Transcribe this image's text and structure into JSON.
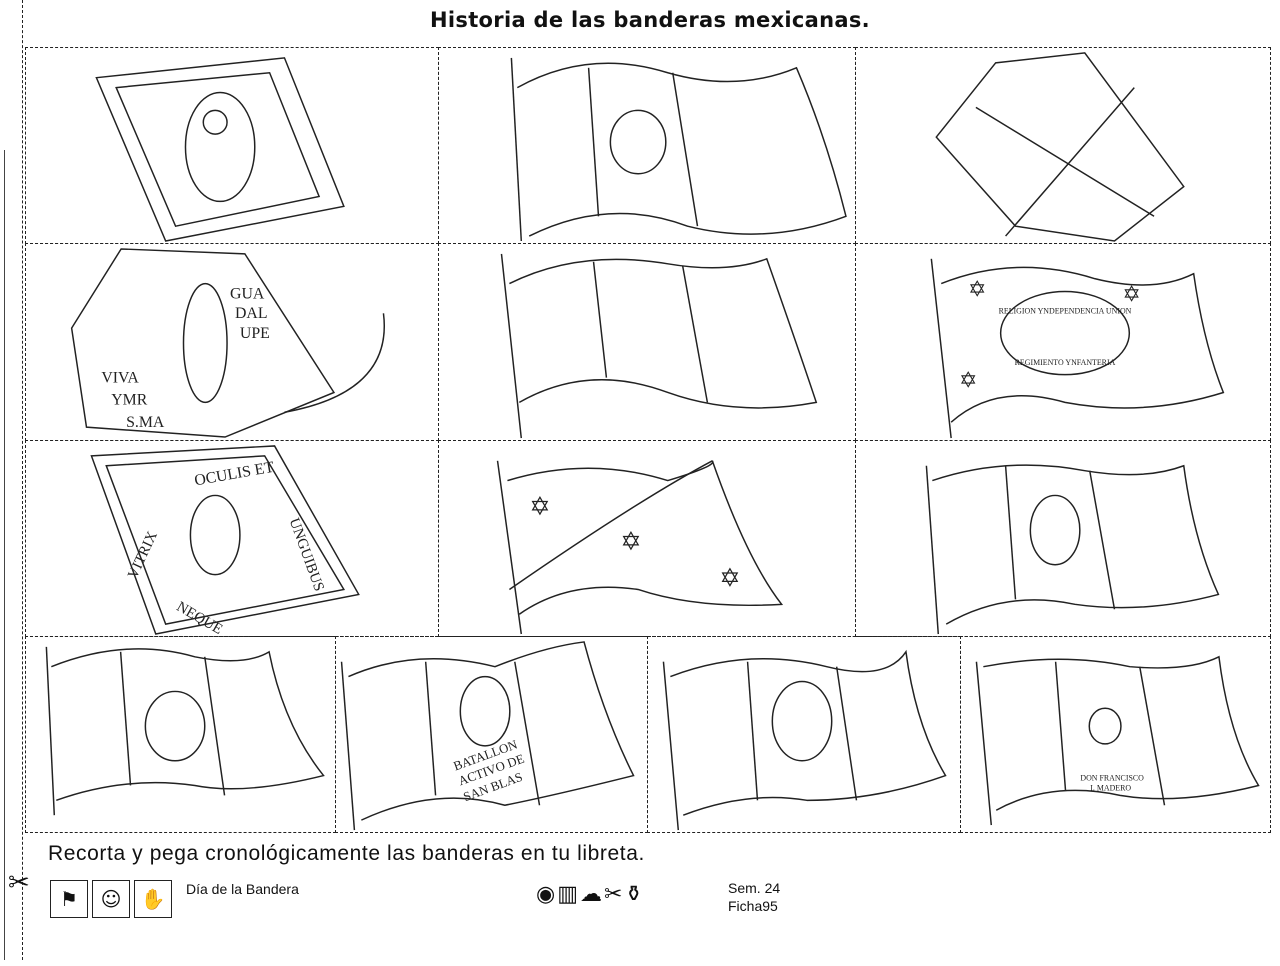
{
  "title": "Historia de las banderas mexicanas.",
  "flags": {
    "guadalupe": {
      "line1": "GUA",
      "line2": "DAL",
      "line3": "UPE",
      "left1": "VIVA",
      "left2": "YMR",
      "left3": "S.MA"
    },
    "regimiento": {
      "top": "RELIGION YNDEPENDENCIA UNION",
      "bottom": "REGIMIENTO YNFANTERIA"
    },
    "oculis": {
      "top": "OCULIS ET",
      "left": "VITRIX",
      "right": "UNGUIBUS",
      "bottom": "NEQUE"
    },
    "batallon": {
      "line1": "BATALLON",
      "line2": "ACTIVO DE",
      "line3": "SAN BLAS"
    },
    "madero": {
      "line1": "DON FRANCISCO",
      "line2": "I. MADERO"
    }
  },
  "instructions": "Recorta y pega cronológicamente las banderas en tu libreta.",
  "footer": {
    "subject": "Día de la Bandera",
    "week": "Sem. 24",
    "sheet": "Ficha95",
    "icons": [
      "flag-icon",
      "person-icon",
      "hand-icon",
      "eye-icon",
      "book-icon",
      "thought-icon",
      "scissors-icon",
      "glue-icon"
    ]
  }
}
